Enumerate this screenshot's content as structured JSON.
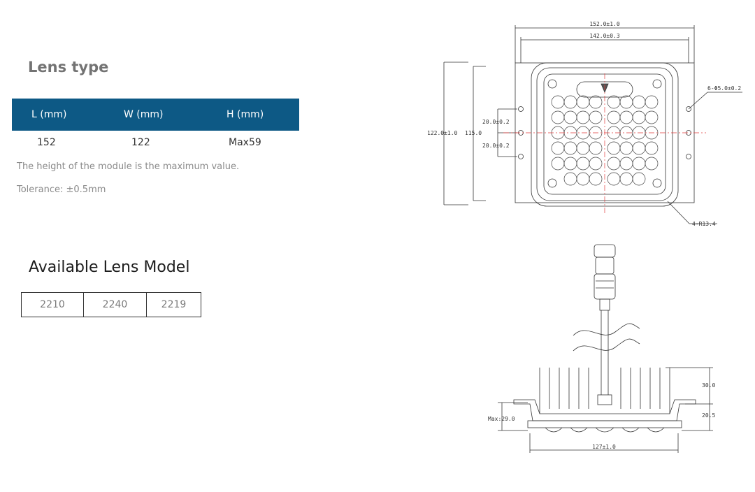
{
  "lens_type": {
    "title": "Lens type",
    "headers": [
      "L (mm)",
      "W (mm)",
      "H (mm)"
    ],
    "values": [
      "152",
      "122",
      "Max59"
    ],
    "notes": [
      "The height of the module is the maximum value.",
      "Tolerance: ±0.5mm"
    ]
  },
  "lens_models": {
    "title": "Available Lens Model",
    "models": [
      "2210",
      "2240",
      "2219"
    ]
  },
  "drawing": {
    "top_dims": {
      "outer_width": "152.0±1.0",
      "inner_width": "142.0±0.3",
      "hole": "6-Φ5.0±0.2",
      "outer_height": "122.0±1.0",
      "inner_height": "115.0",
      "pitch_top": "20.0±0.2",
      "pitch_bottom": "20.0±0.2",
      "radius": "4-R13.4"
    },
    "side_dims": {
      "fin_height": "30.0",
      "base_height": "20.5",
      "max_height": "Max:29.0",
      "base_width": "127±1.0"
    }
  }
}
